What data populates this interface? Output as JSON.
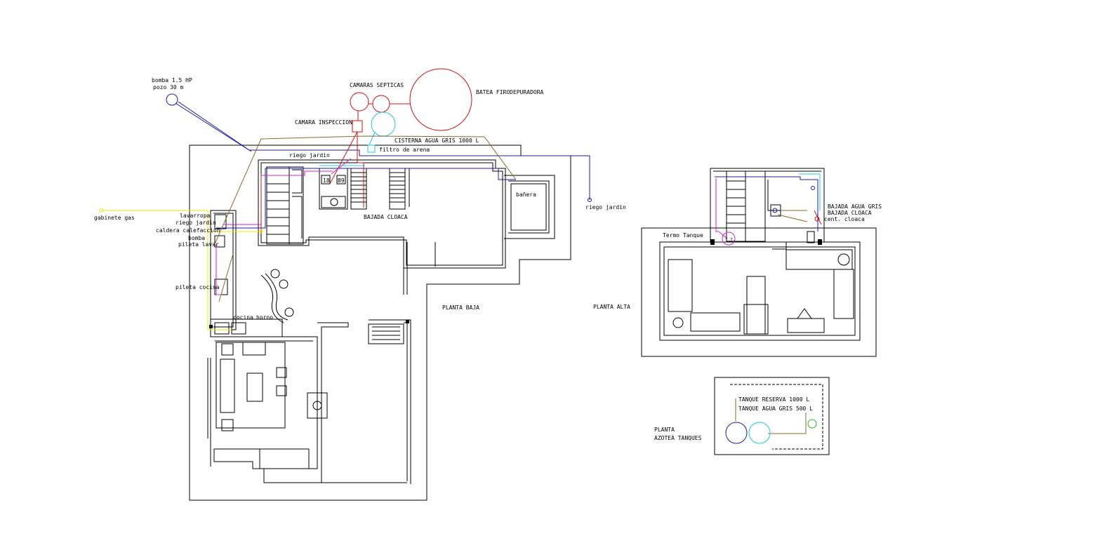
{
  "labels": {
    "bomba": "bomba 1.5 HP",
    "pozo": "pozo 30 m",
    "camaras_septicas": "CAMARAS SEPTICAS",
    "batea": "BATEA FIRODEPURADORA",
    "camara_inspeccion": "CAMARA INSPECCION",
    "cisterna": "CISTERNA AGUA GRIS 1000 L",
    "filtro": "filtro de arena",
    "riego_jardin_top": "riego jardin",
    "banera": "bañera",
    "riego_jardin_right": "riego jardin",
    "gabinete_gas": "gabinete gas",
    "lavarropa": "lavarropa",
    "riego_jardin_left": "riego jardin",
    "caldera": "caldera calefaccion",
    "bomba_left": "bomba",
    "pileta_lavar": "pileta lavar",
    "bajada_cloaca": "BAJADA CLOACA",
    "pileta_cocina": "pileta cocina",
    "cocina": "cocina",
    "horno": "horno",
    "planta_baja": "PLANTA BAJA",
    "planta_alta": "PLANTA ALTA",
    "termo_tanque": "Termo Tanque",
    "tt": "T.T.",
    "bajada_agua_gris": "BAJADA AGUA GRIS",
    "bajada_cloaca_alta": "BAJADA CLOACA",
    "cent_cloaca": "cent. cloaca",
    "tanque_reserva": "TANQUE RESERVA 1000 L",
    "tanque_agua_gris": "TANQUE AGUA GRIS 500 L",
    "planta": "PLANTA",
    "azotea_tanques": "AZOTEA TANQUES",
    "fixture_1": "18",
    "fixture_2": "B9"
  },
  "colors": {
    "walls": "#000000",
    "water_supply": "#1a1aa8",
    "sewage": "#d01010",
    "grey_water": "#22c8d8",
    "hot_water": "#cc22cc",
    "gas": "#e8e800",
    "electric": "#8a6a2a",
    "vent": "#22bb22"
  }
}
